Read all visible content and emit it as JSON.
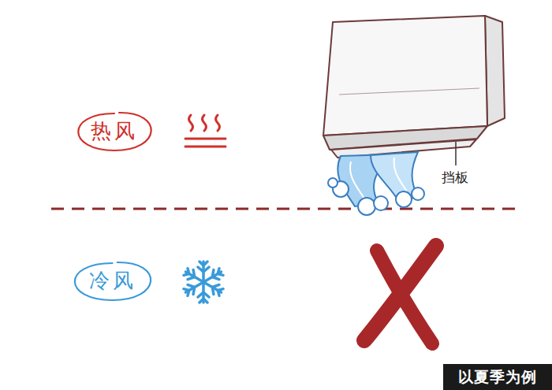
{
  "diagram": {
    "nodes": [
      {
        "text": [
          "热风"
        ]
      },
      {
        "text": [
          "冷风"
        ]
      },
      {
        "text": [
          "以夏季为例"
        ]
      }
    ],
    "labels": [
      "挡板"
    ]
  }
}
